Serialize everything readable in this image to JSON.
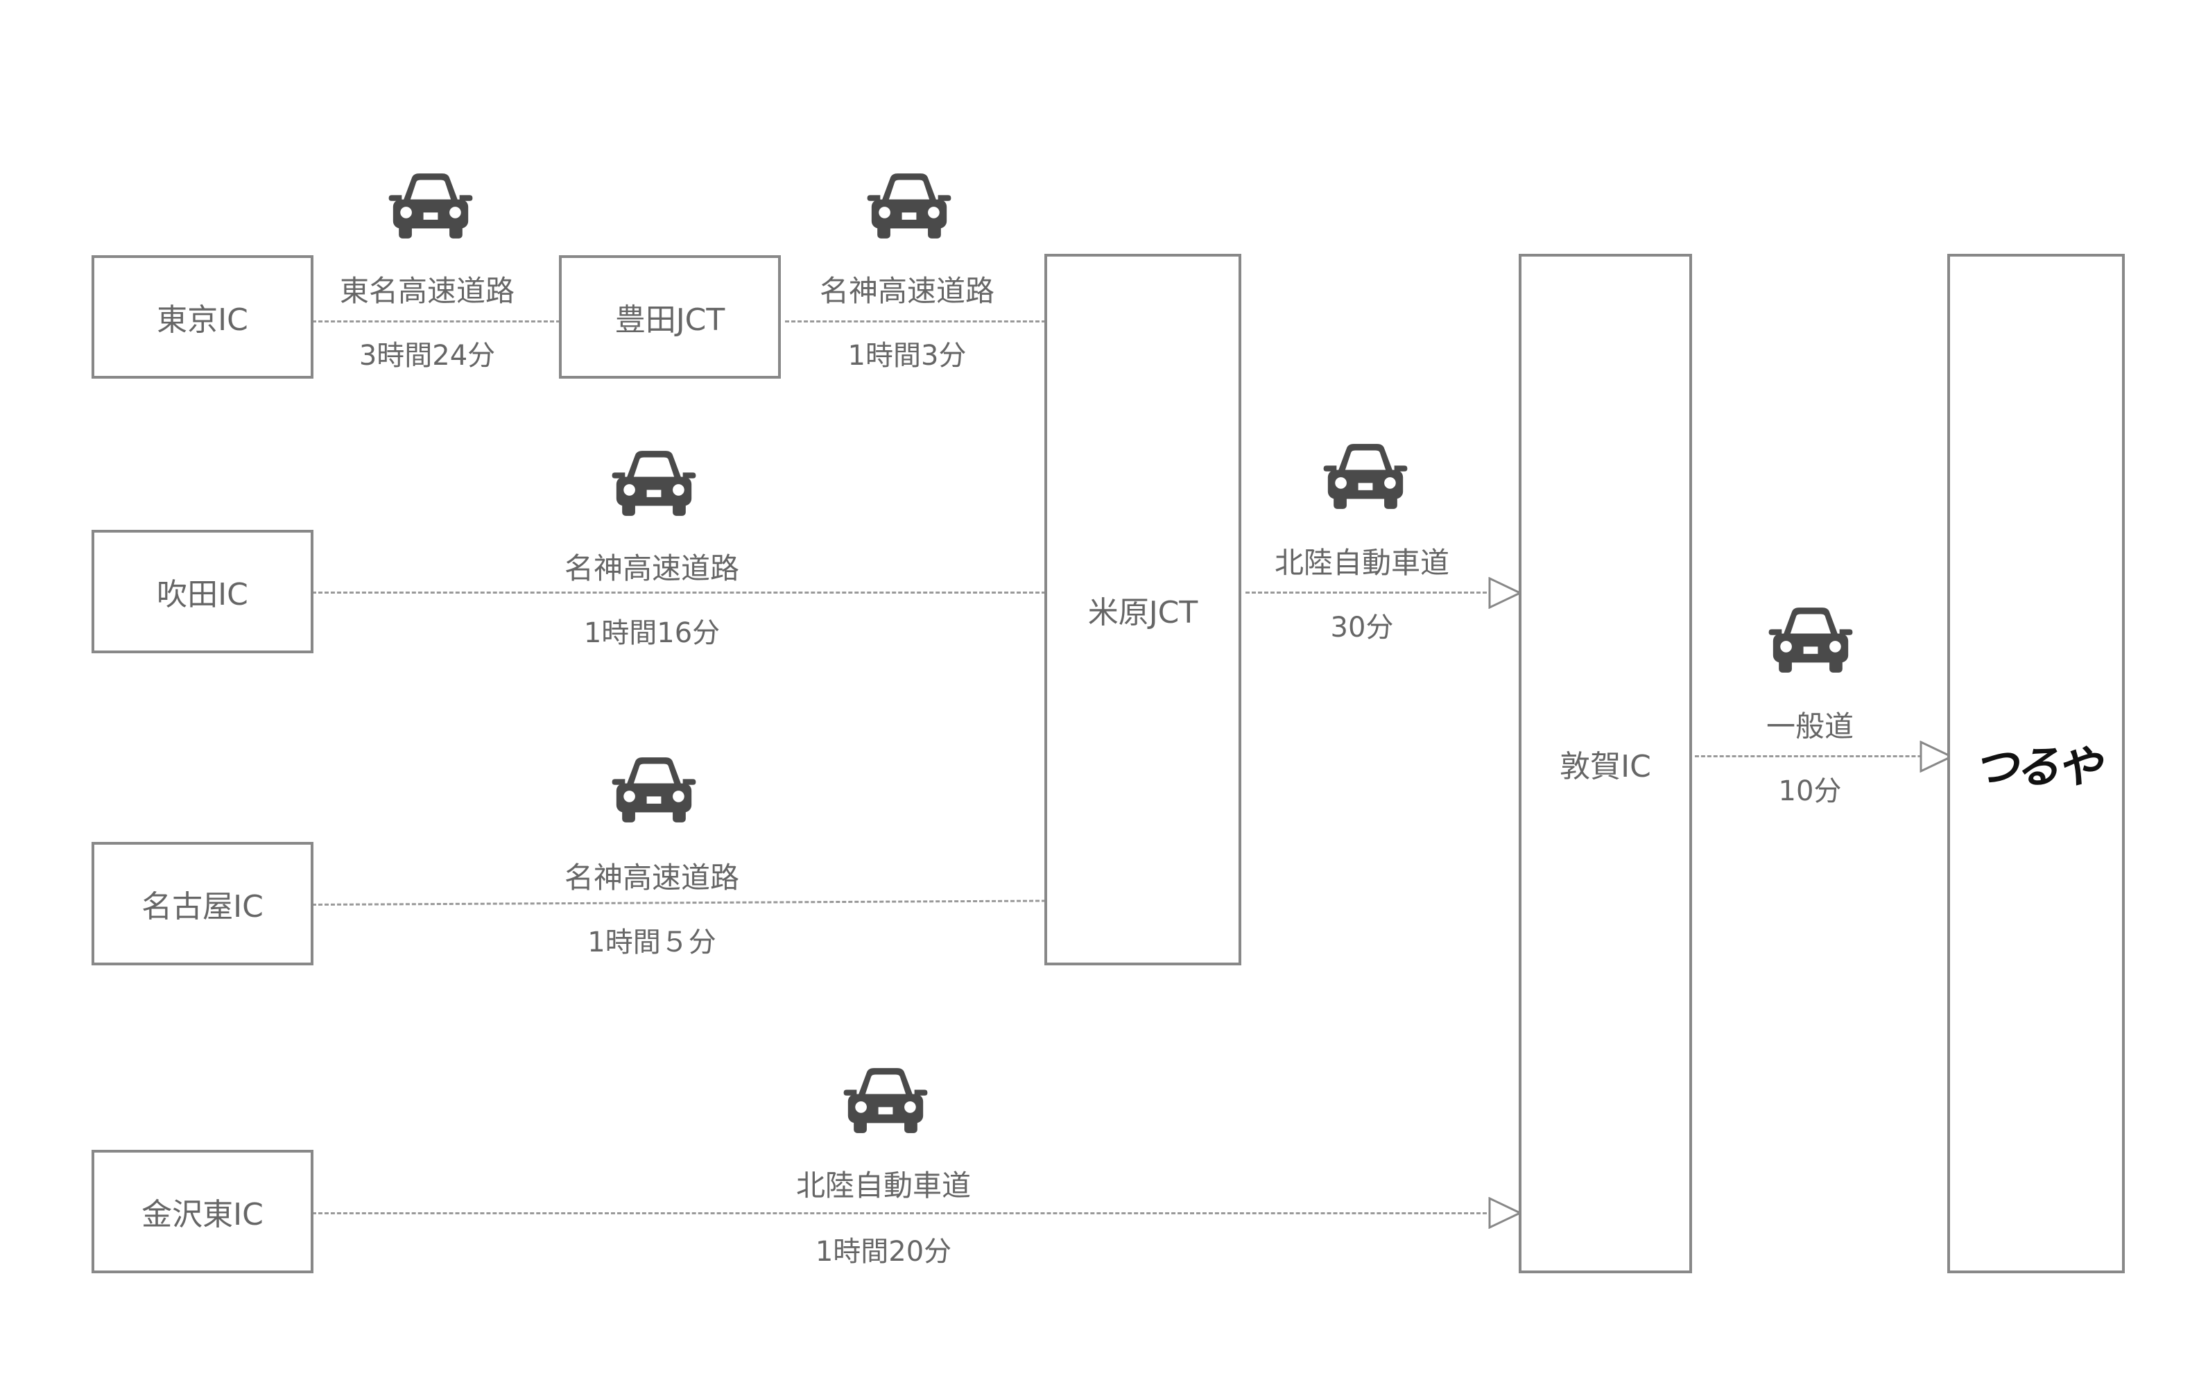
{
  "nodes": {
    "tokyo_ic": "東京IC",
    "toyota_jct": "豊田JCT",
    "suita_ic": "吹田IC",
    "nagoya_ic": "名古屋IC",
    "kanazawa_higashi_ic": "金沢東IC",
    "maibara_jct": "米原JCT",
    "tsuruga_ic": "敦賀IC"
  },
  "routes": {
    "tokyo_toyota": {
      "road": "東名高速道路",
      "time": "3時間24分"
    },
    "toyota_maibara": {
      "road": "名神高速道路",
      "time": "1時間3分"
    },
    "suita_maibara": {
      "road": "名神高速道路",
      "time": "1時間16分"
    },
    "nagoya_maibara": {
      "road": "名神高速道路",
      "time": "1時間５分"
    },
    "maibara_tsuruga": {
      "road": "北陸自動車道",
      "time": "30分"
    },
    "kanazawa_tsuruga": {
      "road": "北陸自動車道",
      "time": "1時間20分"
    },
    "tsuruga_tsuruya": {
      "road": "一般道",
      "time": "10分"
    }
  },
  "destination": {
    "logo_text": "つるや"
  },
  "icons": {
    "car": "car-icon",
    "arrow": "triangle-arrow-icon"
  },
  "colors": {
    "stroke": "#888888",
    "text": "#666666",
    "icon": "#4a4a4a",
    "dash": "#999999"
  }
}
